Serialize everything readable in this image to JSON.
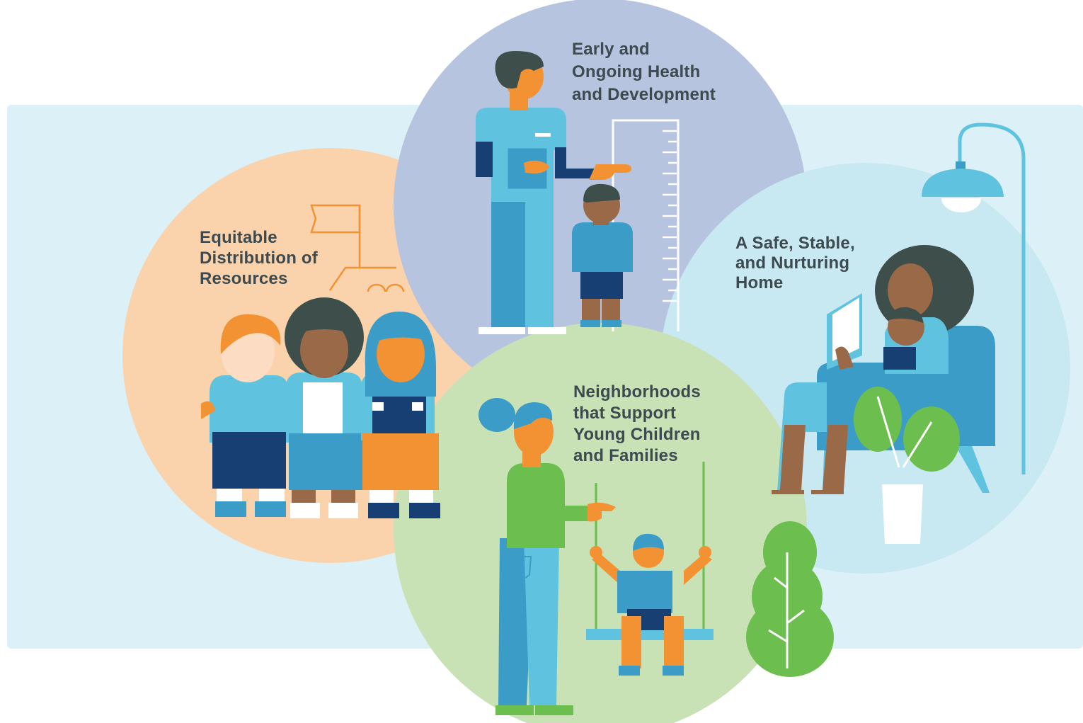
{
  "colors": {
    "background_panel": "#dcf0f7",
    "health_circle": "#b6c4df",
    "resources_circle": "#fad3ac",
    "home_circle": "#c8e8f2",
    "neighborhoods_circle": "#c9e2b5",
    "text": "#3d4a4f",
    "orange": "#f39233",
    "light_blue": "#5fc3df",
    "mid_blue": "#3b9cc8",
    "navy": "#173f73",
    "dark_gray": "#3e4e4a",
    "brown": "#9a6a48",
    "green": "#6cbf4f"
  },
  "sections": {
    "health": {
      "label": "Early and\nOngoing Health\nand Development"
    },
    "resources": {
      "label": "Equitable\nDistribution of\nResources"
    },
    "home": {
      "label": "A Safe, Stable,\nand Nurturing\nHome"
    },
    "neighborhoods": {
      "label": "Neighborhoods\nthat Support\nYoung Children\nand Families"
    }
  },
  "icons": [
    "nurse-figure",
    "child-measured-figure",
    "height-chart-icon",
    "flag-icon",
    "three-children-figures",
    "floor-lamp-icon",
    "armchair-icon",
    "mother-reading-figure",
    "potted-plant-icon",
    "woman-pushing-swing-figure",
    "child-on-swing-figure",
    "tree-icon"
  ]
}
